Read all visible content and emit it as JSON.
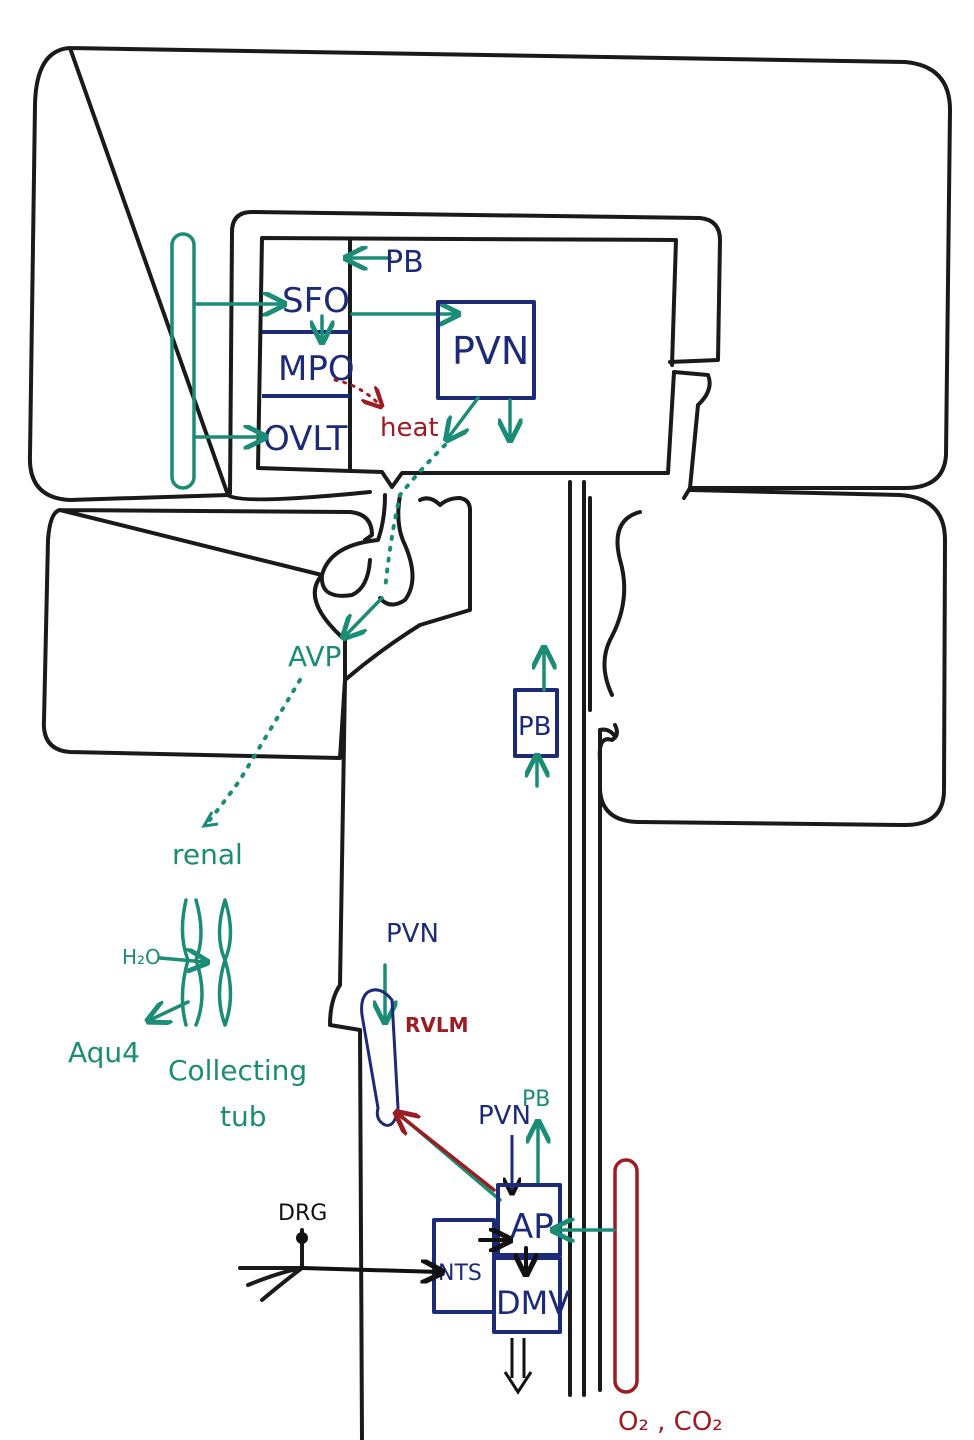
{
  "labels": {
    "sfo": "SFO",
    "mpo": "MPO",
    "ovlt": "OVLT",
    "pb_top": "PB",
    "pvn_box": "PVN",
    "heat": "heat",
    "avp": "AVP",
    "pb_mid": "PB",
    "renal": "renal",
    "h2o": "H₂O",
    "aqu4": "Aqu4",
    "collecting": "Collecting",
    "tub": "tub",
    "pvn_rvlm": "PVN",
    "rvlm": "RVLM",
    "pvn_ap": "PVN",
    "pb_ap": "PB",
    "drg": "DRG",
    "ap": "AP",
    "nts": "NTS",
    "dmv": "DMV",
    "o2co2": "O₂ , CO₂"
  },
  "colors": {
    "outline": "#1a1a1a",
    "nucleus_box": "#1c2a78",
    "projection": "#1b8c76",
    "sympathetic": "#9b1c22"
  }
}
